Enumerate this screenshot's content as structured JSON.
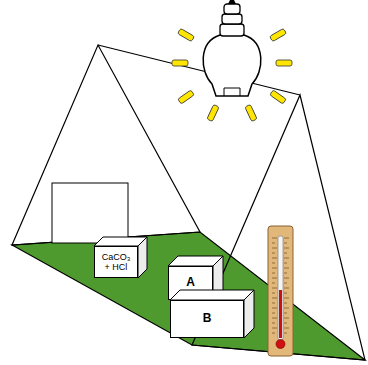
{
  "diagram": {
    "nodes": [
      {
        "text": [
          "CaCO₃ + HCl"
        ]
      },
      {
        "text": [
          "A"
        ]
      },
      {
        "text": [
          "B"
        ]
      }
    ]
  }
}
